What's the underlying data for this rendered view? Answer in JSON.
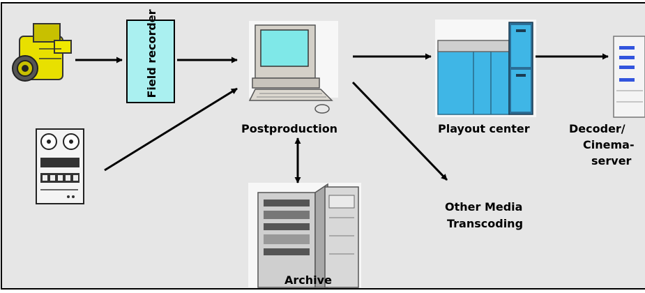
{
  "diagram": {
    "field_recorder_label": "Field recorder",
    "postproduction_label": "Postproduction",
    "playout_center_label": "Playout center",
    "decoder_label_line1": "Decoder/",
    "decoder_label_line2": "Cinema-",
    "decoder_label_line3": "server",
    "other_media_line1": "Other Media",
    "other_media_line2": "Transcoding",
    "archive_label": "Archive"
  },
  "colors": {
    "background": "#e6e6e6",
    "field_box": "#aaf0f0",
    "camera": "#e8e000",
    "screen": "#7fe8e8",
    "playout_blue": "#3fb6e6"
  },
  "icons": [
    "video-camera-icon",
    "tape-recorder-icon",
    "computer-workstation-icon",
    "playout-server-icon",
    "decoder-server-icon",
    "archive-rack-icon"
  ]
}
